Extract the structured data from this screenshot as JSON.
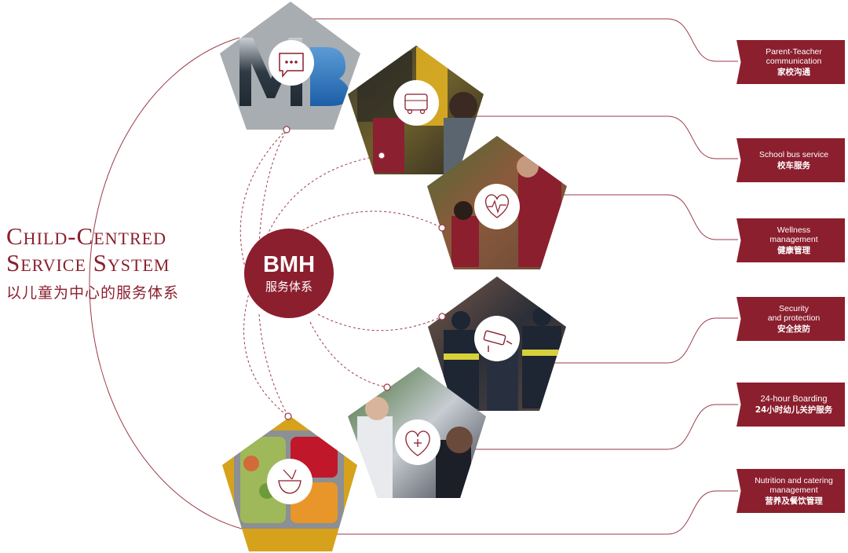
{
  "title": {
    "line1": "Child-Centred",
    "line2": "Service System",
    "zh": "以儿童为中心的服务体系"
  },
  "center": {
    "en": "BMH",
    "zh": "服务体系"
  },
  "services": [
    {
      "en": "Parent-Teacher\ncommunication",
      "zh": "家校沟通",
      "icon": "chat-bubble-icon",
      "photo": "school-logo"
    },
    {
      "en": "School bus service",
      "zh": "校车服务",
      "icon": "school-bus-icon",
      "photo": "school-bus"
    },
    {
      "en": "Wellness\nmanagement",
      "zh": "健康管理",
      "icon": "heart-pulse-icon",
      "photo": "teacher-and-child"
    },
    {
      "en": "Security\nand protection",
      "zh": "安全技防",
      "icon": "security-camera-icon",
      "photo": "security-guards"
    },
    {
      "en": "24-hour Boarding",
      "zh": "24小时幼儿关护服务",
      "icon": "heart-care-icon",
      "photo": "boarding-care"
    },
    {
      "en": "Nutrition and catering\nmanagement",
      "zh": "营养及餐饮管理",
      "icon": "food-bowl-icon",
      "photo": "lunch-box"
    }
  ],
  "colors": {
    "accent": "#8b1f2e",
    "line": "#9a3a48",
    "logo_bg": "#a8adb2",
    "food_bg": "#d6a21c"
  }
}
